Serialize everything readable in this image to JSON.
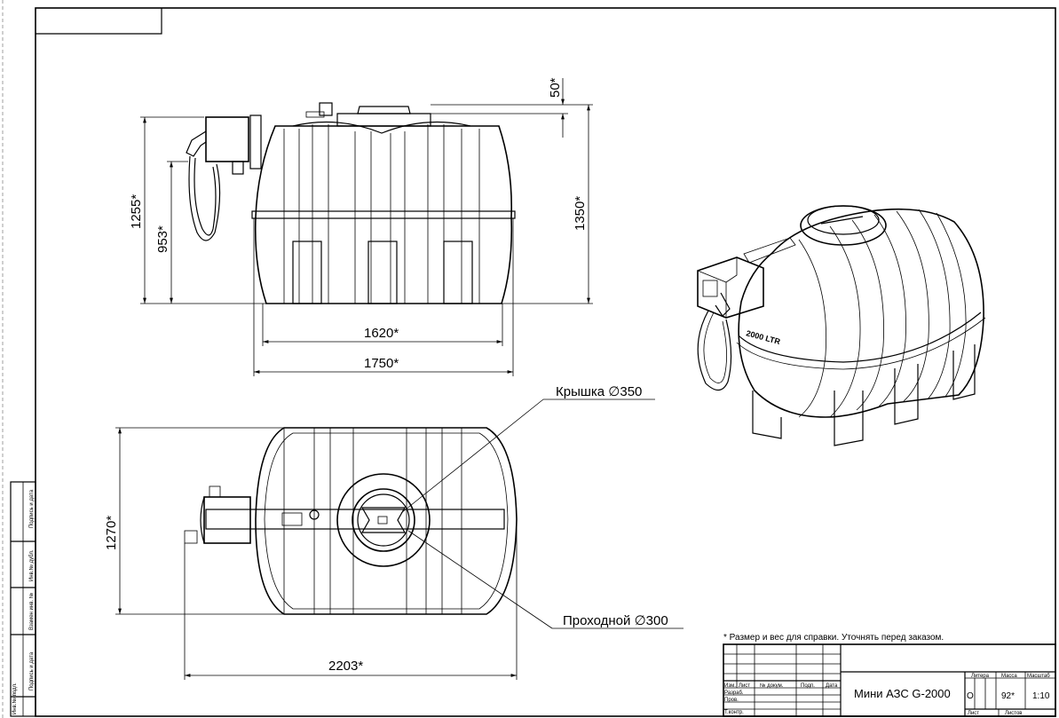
{
  "dimensions": {
    "d50": "50*",
    "d1255": "1255*",
    "d953": "953*",
    "d1350": "1350*",
    "d1620": "1620*",
    "d1750": "1750*",
    "d1270": "1270*",
    "d2203": "2203*"
  },
  "callouts": {
    "lid": "Крышка ∅350",
    "manhole": "Проходной ∅300"
  },
  "tank_label": "2000 LTR",
  "note": "* Размер и вес для справки. Уточнять перед заказом.",
  "title_block": {
    "headers": [
      "Изм.",
      "Лист",
      "№ докум.",
      "Подп.",
      "Дата"
    ],
    "roles": [
      "Разраб.",
      "Пров.",
      "Т.контр."
    ],
    "title": "Мини АЗС G-2000",
    "litera_label": "Литера",
    "mass_label": "Масса",
    "scale_label": "Масштаб",
    "litera_value": "О",
    "mass_value": "92*",
    "scale_value": "1:10",
    "sheet_label": "Лист",
    "sheets_label": "Листов"
  },
  "side_stamp": [
    "Подпись и дата",
    "Инв.№ дубл.",
    "Взамен инв. №",
    "Подпись и дата",
    "Инв.№ подл."
  ]
}
